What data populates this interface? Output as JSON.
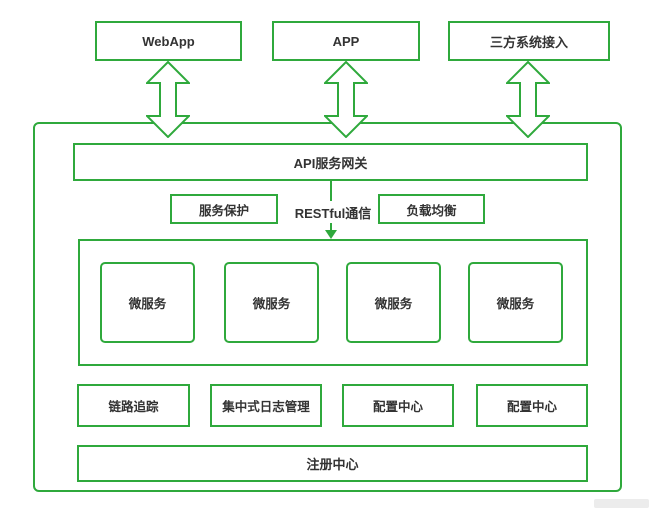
{
  "colors": {
    "outline_green": "#2FA93C",
    "text_dark": "#333333",
    "background": "#ffffff"
  },
  "top_nodes": [
    {
      "label": "WebApp"
    },
    {
      "label": "APP"
    },
    {
      "label": "三方系统接入"
    }
  ],
  "gateway": {
    "label": "API服务网关"
  },
  "middle_row": {
    "left_box": "服务保护",
    "link_label": "RESTful通信",
    "right_box": "负载均衡"
  },
  "microservices": {
    "items": [
      {
        "label": "微服务"
      },
      {
        "label": "微服务"
      },
      {
        "label": "微服务"
      },
      {
        "label": "微服务"
      }
    ]
  },
  "support_row": [
    {
      "label": "链路追踪"
    },
    {
      "label": "集中式日志管理"
    },
    {
      "label": "配置中心"
    },
    {
      "label": "配置中心"
    }
  ],
  "registry": {
    "label": "注册中心"
  }
}
